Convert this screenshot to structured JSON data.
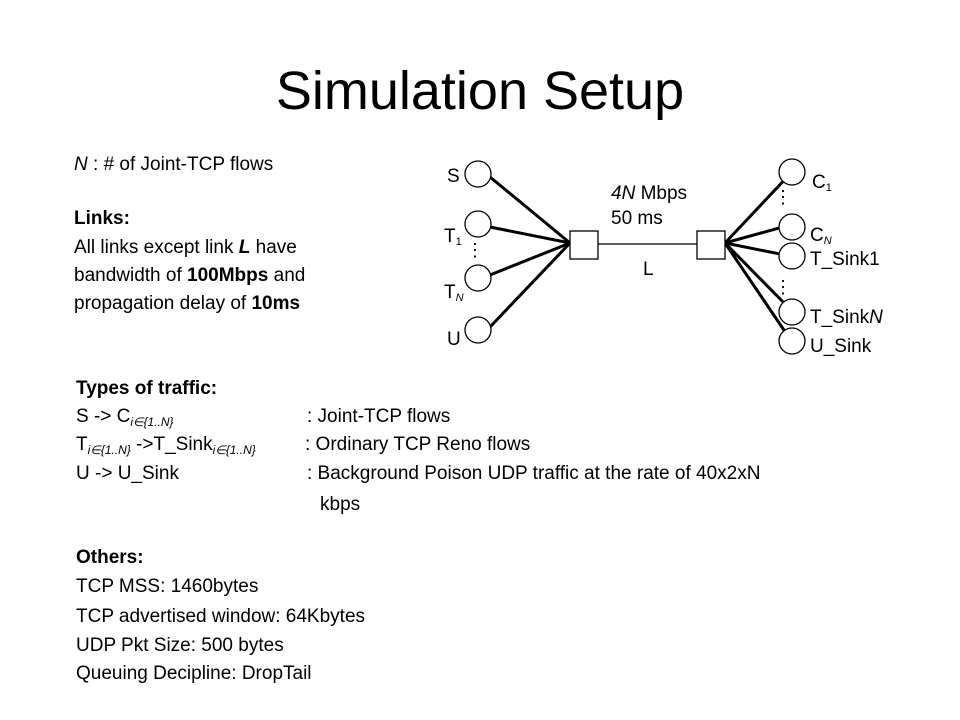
{
  "title": "Simulation Setup",
  "intro": {
    "n_label": "N",
    "n_desc": " : # of Joint-TCP flows",
    "links_heading": "Links:",
    "links_line1_a": "All links except link ",
    "links_line1_b": "L",
    "links_line1_c": " have",
    "links_line2_a": "bandwidth of ",
    "links_line2_b": "100Mbps",
    "links_line2_c": " and",
    "links_line3_a": "propagation delay of ",
    "links_line3_b": "10ms"
  },
  "diagram": {
    "left_nodes": {
      "s": "S",
      "t1_base": "T",
      "t1_sub": "1",
      "tn_base": "T",
      "tn_sub": "N",
      "u": "U"
    },
    "right_nodes": {
      "c1_base": "C",
      "c1_sub": "1",
      "cn_base": "C",
      "cn_sub": "N",
      "t_sink1": "T_Sink1",
      "t_sinkn_a": "T_Sink",
      "t_sinkn_b": "N",
      "u_sink": "U_Sink"
    },
    "bottleneck": {
      "bw_var": "4N",
      "bw_unit": " Mbps",
      "delay": "50 ms",
      "label": "L"
    },
    "ellipsis": "⋮"
  },
  "traffic": {
    "heading": "Types of traffic:",
    "row1": {
      "src": "S -> C",
      "src_sub": "i∈{1..N}",
      "desc": ": Joint-TCP flows"
    },
    "row2": {
      "src_a": "T",
      "src_sub_a": "i∈{1..N}",
      "src_b": " ->T_Sink",
      "src_sub_b": "i∈{1..N}",
      "desc": ": Ordinary TCP Reno flows"
    },
    "row3": {
      "src": "U -> U_Sink",
      "desc": ": Background Poison UDP traffic at the rate of 40x2xN",
      "desc_cont": "kbps"
    }
  },
  "others": {
    "heading": "Others:",
    "items": [
      "TCP MSS: 1460bytes",
      "TCP advertised window: 64Kbytes",
      "UDP Pkt Size: 500 bytes",
      "Queuing Decipline: DropTail"
    ]
  }
}
